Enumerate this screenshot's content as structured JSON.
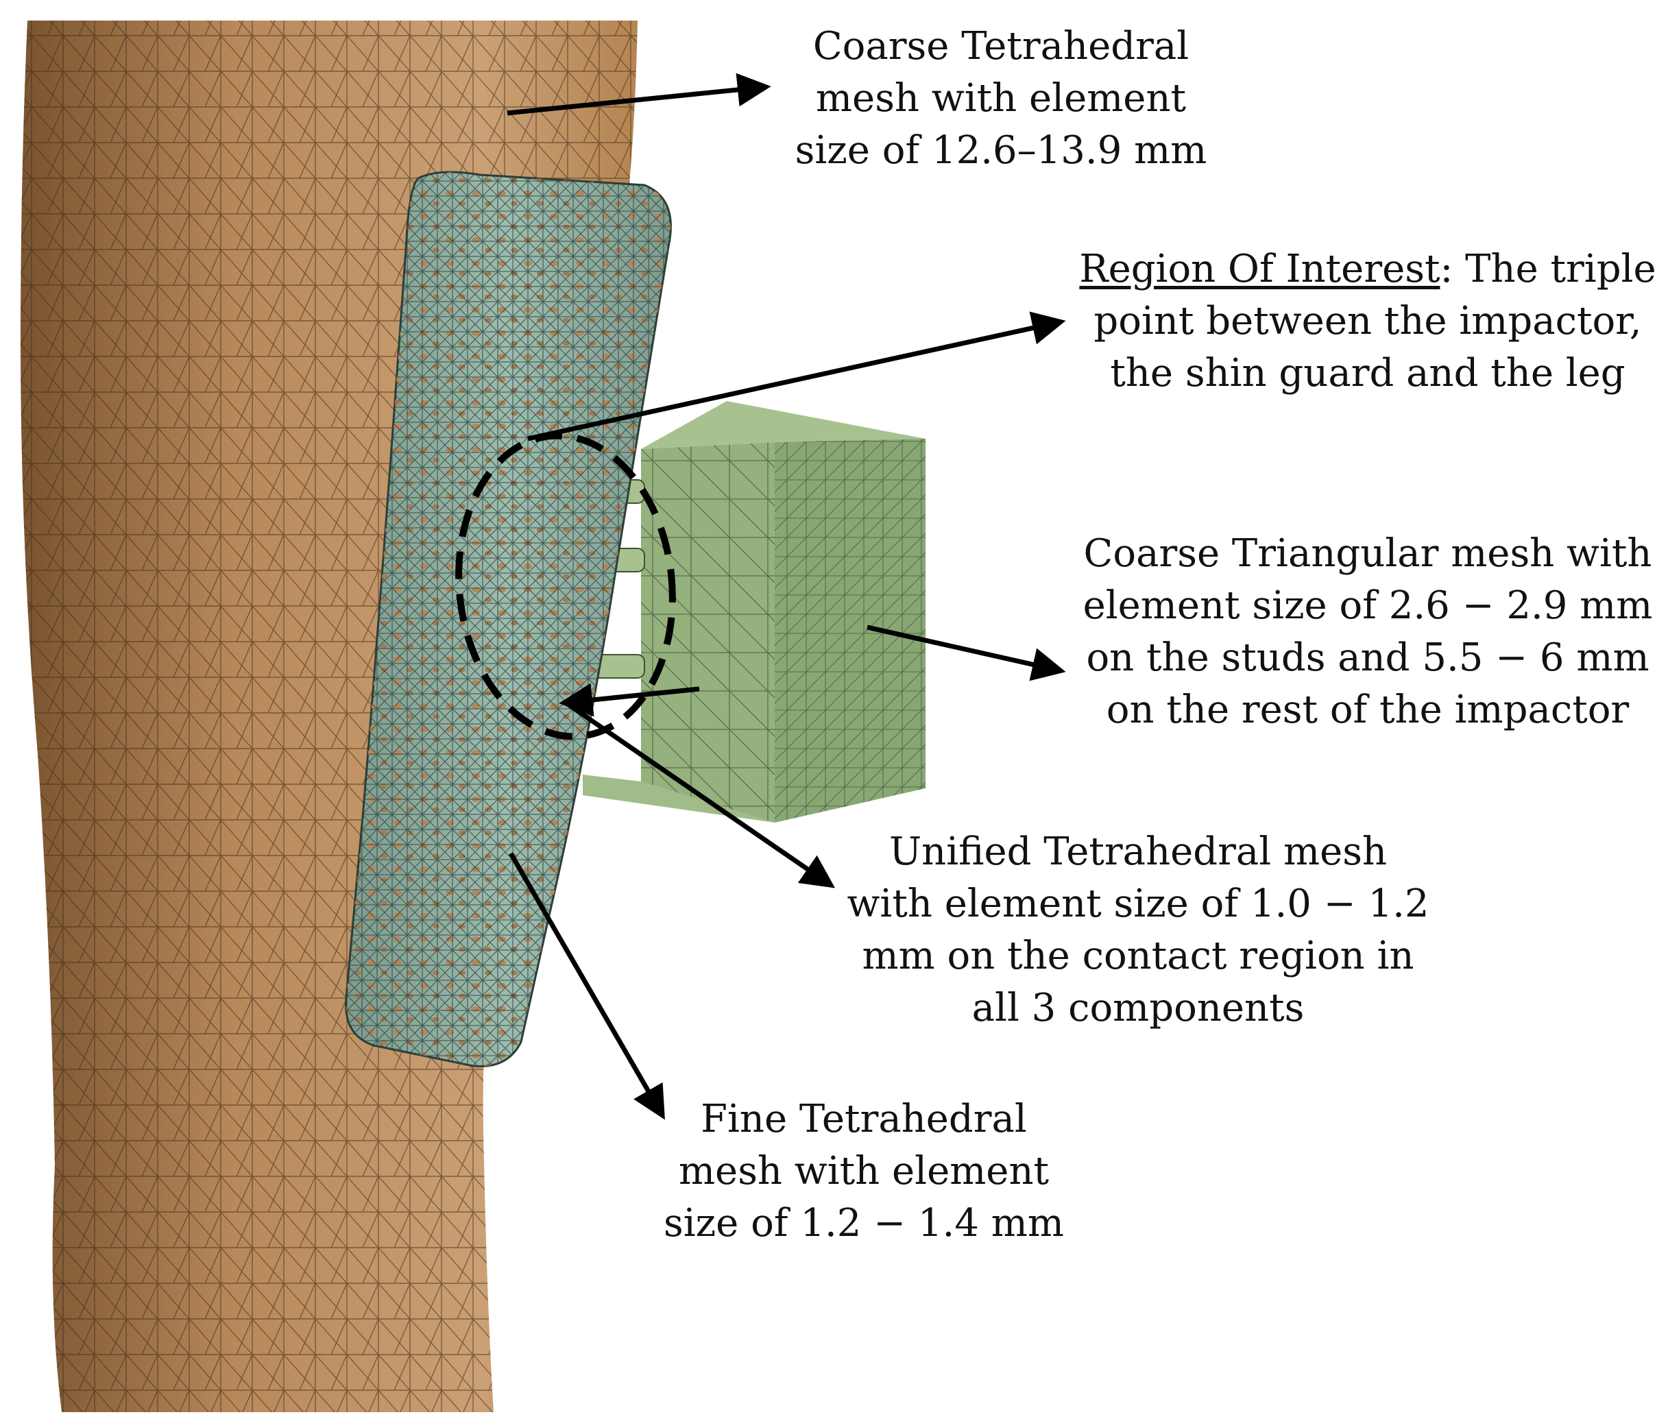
{
  "labels": {
    "coarse_tetrahedral": {
      "lines": [
        "Coarse Tetrahedral",
        "mesh with element",
        "size of 12.6–13.9 mm"
      ]
    },
    "region_of_interest": {
      "term": "Region Of Interest",
      "lines": [
        ": The triple",
        "point between the impactor,",
        "the shin guard and the leg"
      ]
    },
    "coarse_triangular": {
      "lines": [
        "Coarse Triangular mesh with",
        "element size of 2.6 − 2.9 mm",
        "on the studs and 5.5 − 6 mm",
        "on the rest of the impactor"
      ]
    },
    "unified_tetrahedral": {
      "lines": [
        "Unified Tetrahedral mesh",
        "with element size of 1.0 − 1.2",
        "mm on the contact region in",
        "all 3 components"
      ]
    },
    "fine_tetrahedral": {
      "lines": [
        "Fine Tetrahedral",
        "mesh with element",
        "size of 1.2 − 1.4 mm"
      ]
    }
  },
  "colors": {
    "leg": "#c49a6c",
    "leg_shadow": "#8a6238",
    "shin_guard": "#8fb0a2",
    "impactor": "#93b07c",
    "mesh_line": "#3a3a3a",
    "arrow": "#000000"
  }
}
